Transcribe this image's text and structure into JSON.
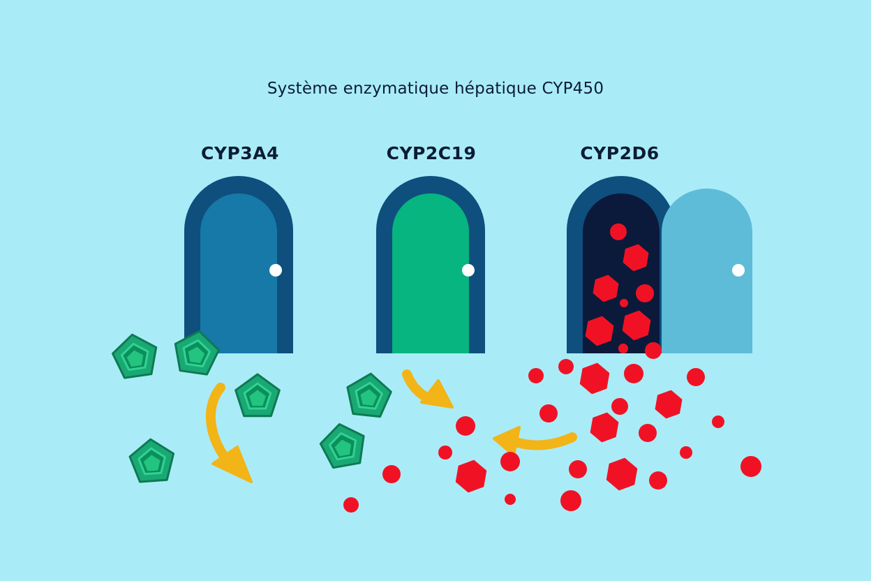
{
  "title": "Système enzymatique hépatique CYP450",
  "colors": {
    "background": "#a9ecf8",
    "door_frame": "#0e4f7d",
    "door_cyp3a4": "#1679a8",
    "door_cyp2c19": "#06b57f",
    "door_cyp2d6_interior": "#0b1a3b",
    "door_cyp2d6_open_leaf": "#5ebcd8",
    "green_molecule": "#1aa874",
    "red_molecule": "#f01224",
    "arrow": "#f2b416"
  },
  "doors": [
    {
      "label": "CYP3A4",
      "state": "closed"
    },
    {
      "label": "CYP2C19",
      "state": "closed"
    },
    {
      "label": "CYP2D6",
      "state": "open"
    }
  ],
  "icons": [
    "door-icon",
    "pentagon-molecule-icon",
    "red-dot-molecule-icon",
    "curved-arrow-icon"
  ]
}
